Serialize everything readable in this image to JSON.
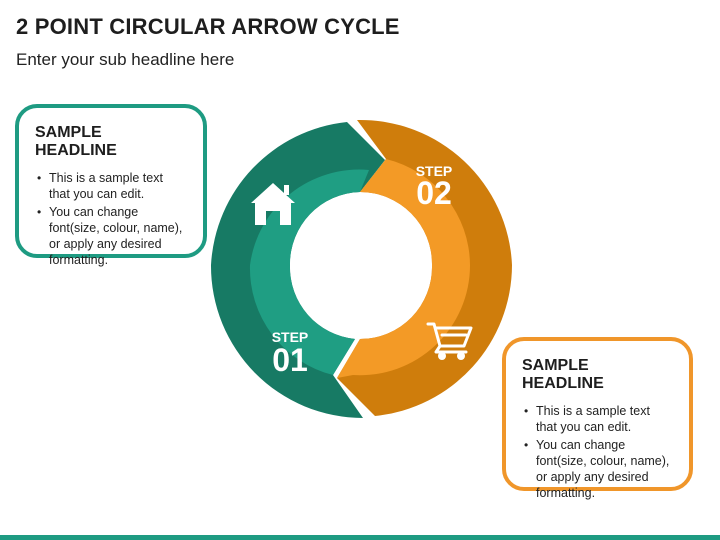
{
  "header": {
    "title": "2 POINT CIRCULAR ARROW CYCLE",
    "subtitle": "Enter your sub headline here"
  },
  "steps": [
    {
      "label": "STEP",
      "number": "01",
      "icon": "home-icon",
      "color_outer": "#177a64",
      "color_inner": "#1f9e83"
    },
    {
      "label": "STEP",
      "number": "02",
      "icon": "shopping-cart-icon",
      "color_outer": "#cf7d0c",
      "color_inner": "#f39a26"
    }
  ],
  "cards": [
    {
      "headline": "SAMPLE HEADLINE",
      "bullets": [
        "This is a sample text that you can edit.",
        "You can change font(size, colour, name), or apply any desired formatting."
      ],
      "border_color": "#1e9b82"
    },
    {
      "headline": "SAMPLE HEADLINE",
      "bullets": [
        "This is a sample text that you can edit.",
        "You can change font(size, colour, name), or apply any desired formatting."
      ],
      "border_color": "#f0962a"
    }
  ],
  "accent_colors": {
    "green": "#1e9b82",
    "orange": "#f0962a"
  }
}
